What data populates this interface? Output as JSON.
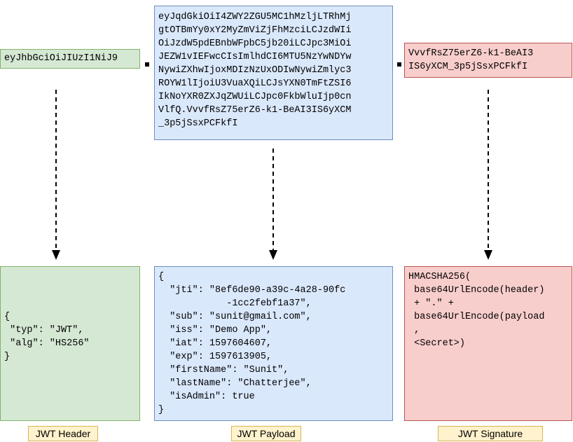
{
  "header": {
    "encoded": "eyJhbGciOiJIUzI1NiJ9",
    "decoded": "{\n \"typ\": \"JWT\",\n \"alg\": \"HS256\"\n}",
    "label": "JWT Header",
    "color": "#d5e8d4"
  },
  "payload": {
    "encoded": "eyJqdGkiOiI4ZWY2ZGU5MC1hMzljLTRhMj\ngtOTBmYy0xY2MyZmViZjFhMzciLCJzdWIi\nOiJzdW5pdEBnbWFpbC5jb20iLCJpc3MiOi\nJEZW1vIEFwcCIsImlhdCI6MTU5NzYwNDYw\nNywiZXhwIjoxMDIzNzUxODIwNywiZmlyc3\nROYW1lIjoiU3VuaXQiLCJsYXN0TmFtZSI6\nIkNoYXR0ZXJqZWUiLCJpc0FkbWluIjp0cn\nVlfQ.VvvfRsZ75erZ6-k1-BeAI3IS6yXCM\n_3p5jSsxPCFkfI",
    "decoded": "{\n  \"jti\": \"8ef6de90-a39c-4a28-90fc\n            -1cc2febf1a37\",\n  \"sub\": \"sunit@gmail.com\",\n  \"iss\": \"Demo App\",\n  \"iat\": 1597604607,\n  \"exp\": 1597613905,\n  \"firstName\": \"Sunit\",\n  \"lastName\": \"Chatterjee\",\n  \"isAdmin\": true\n}",
    "label": "JWT Payload",
    "color": "#dae8fc"
  },
  "signature": {
    "encoded": "VvvfRsZ75erZ6-k1-BeAI3\nIS6yXCM_3p5jSsxPCFkfI",
    "decoded": "HMACSHA256(\n base64UrlEncode(header)\n + \".\" +\n base64UrlEncode(payload\n ,\n <Secret>)",
    "label": "JWT Signature",
    "color": "#f8cecc"
  },
  "label_color": "#fff2cc"
}
